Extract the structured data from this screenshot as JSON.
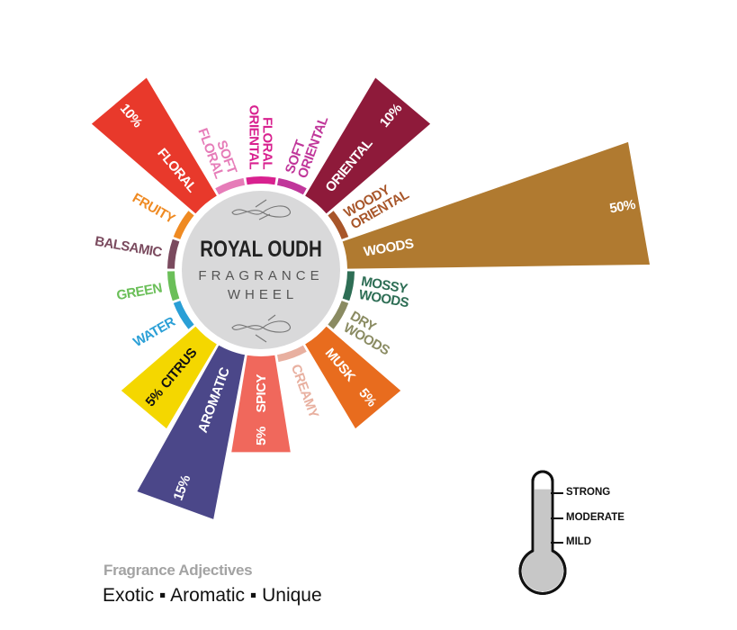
{
  "chart_data": {
    "type": "radial-bar",
    "title": "ROYAL OUDH",
    "subtitle": [
      "FRAGRANCE",
      "WHEEL"
    ],
    "segments": [
      {
        "name": "WOODS",
        "lines": [
          "WOODS"
        ],
        "percent": 50,
        "percent_label": "50%",
        "color": "#b07a30",
        "text_color": "#ffffff"
      },
      {
        "name": "WOODY ORIENTAL",
        "lines": [
          "WOODY",
          "ORIENTAL"
        ],
        "percent": 0,
        "color": "#a8562a"
      },
      {
        "name": "ORIENTAL",
        "lines": [
          "ORIENTAL"
        ],
        "percent": 10,
        "percent_label": "10%",
        "color": "#8e1a3a",
        "text_color": "#ffffff"
      },
      {
        "name": "SOFT ORIENTAL",
        "lines": [
          "SOFT",
          "ORIENTAL"
        ],
        "percent": 0,
        "color": "#c0369a"
      },
      {
        "name": "FLORAL ORIENTAL",
        "lines": [
          "FLORAL",
          "ORIENTAL"
        ],
        "percent": 0,
        "color": "#d8218f"
      },
      {
        "name": "SOFT FLORAL",
        "lines": [
          "SOFT",
          "FLORAL"
        ],
        "percent": 0,
        "color": "#e67cb8"
      },
      {
        "name": "FLORAL",
        "lines": [
          "FLORAL"
        ],
        "percent": 10,
        "percent_label": "10%",
        "color": "#e8392b",
        "text_color": "#ffffff"
      },
      {
        "name": "FRUITY",
        "lines": [
          "FRUITY"
        ],
        "percent": 0,
        "color": "#ef8a22"
      },
      {
        "name": "BALSAMIC",
        "lines": [
          "BALSAMIC"
        ],
        "percent": 0,
        "color": "#7a4a5e"
      },
      {
        "name": "GREEN",
        "lines": [
          "GREEN"
        ],
        "percent": 0,
        "color": "#6bbf59"
      },
      {
        "name": "WATER",
        "lines": [
          "WATER"
        ],
        "percent": 0,
        "color": "#2a9fd6"
      },
      {
        "name": "CITRUS",
        "lines": [
          "CITRUS"
        ],
        "percent": 5,
        "percent_label": "5%",
        "color": "#f4d700",
        "text_color": "#111111"
      },
      {
        "name": "AROMATIC",
        "lines": [
          "AROMATIC"
        ],
        "percent": 15,
        "percent_label": "15%",
        "color": "#4b4789",
        "text_color": "#ffffff"
      },
      {
        "name": "SPICY",
        "lines": [
          "SPICY"
        ],
        "percent": 5,
        "percent_label": "5%",
        "color": "#f0685c",
        "text_color": "#ffffff"
      },
      {
        "name": "CREAMY",
        "lines": [
          "CREAMY"
        ],
        "percent": 0,
        "color": "#e8b0a0"
      },
      {
        "name": "MUSK",
        "lines": [
          "MUSK"
        ],
        "percent": 5,
        "percent_label": "5%",
        "color": "#e86c1e",
        "text_color": "#ffffff"
      },
      {
        "name": "DRY WOODS",
        "lines": [
          "DRY",
          "WOODS"
        ],
        "percent": 0,
        "color": "#8a8b62"
      },
      {
        "name": "MOSSY WOODS",
        "lines": [
          "MOSSY",
          "WOODS"
        ],
        "percent": 0,
        "color": "#2e6e55"
      }
    ]
  },
  "intensity": {
    "levels": [
      "STRONG",
      "MODERATE",
      "MILD"
    ],
    "current": "STRONG",
    "fill_fraction": 0.95
  },
  "adjectives": {
    "title": "Fragrance Adjectives",
    "list": "Exotic ▪ Aromatic ▪ Unique"
  }
}
